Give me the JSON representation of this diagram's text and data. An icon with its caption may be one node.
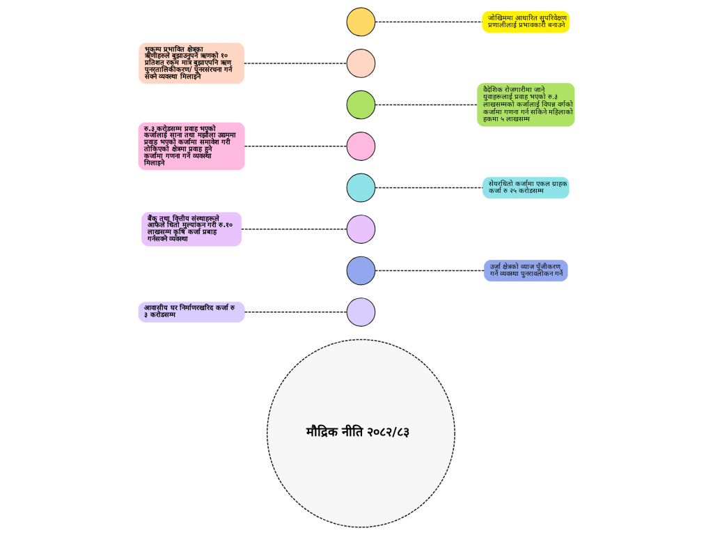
{
  "diagram": {
    "nodes": [
      {
        "text": [
          "मौद्रिक नीति २०८२/८३"
        ]
      },
      {
        "text": [],
        "shape": "circle"
      },
      {
        "text": [],
        "shape": "circle"
      },
      {
        "text": [],
        "shape": "circle"
      },
      {
        "text": [],
        "shape": "circle"
      },
      {
        "text": [],
        "shape": "circle"
      },
      {
        "text": [],
        "shape": "circle"
      },
      {
        "text": [],
        "shape": "circle"
      },
      {
        "text": [],
        "shape": "circle"
      },
      {
        "text": [
          "आवासीय घर निर्माणरखरिद कर्जा रु ३ करोडसम्म"
        ]
      },
      {
        "text": [
          "उर्जा क्षेत्रको व्याज पुँजीकरण गर्ने व्यवस्था पुनरावलोकन गर्ने"
        ]
      },
      {
        "text": [
          "बैंक तथा वित्तीय संस्थाहरूले आफैले धितो मुल्यांकन गरी रु.१० लाखसम्म कृषि कर्जा प्रबाह गर्नसक्ने व्यवस्था"
        ]
      },
      {
        "text": [
          "सेयरधितो कर्जामा एकल ग्राहक कर्जा रु २५ करोडसम्म"
        ]
      },
      {
        "text": [
          "रु.३ करोडसम्म प्रवाह भएको कर्जालाई साना तथा मझौला उद्यममा प्रवाह भएको कर्जामा समावेश गरी तोकिएको क्षेत्रमा प्रवाह हुने कर्जामा गणना गर्ने व्यवस्था मिलाइने"
        ]
      },
      {
        "text": [
          "वैदेशिक रोजगारीमा जाने युवाहरूलाई प्रवाह भएको रु.३ लाखसम्मको कर्जालाई विपन्न वर्गको कर्जामा गणना गर्न सकिने महिलाको हकमा ५ लाखसम्म"
        ]
      },
      {
        "text": [
          "भूकम्प प्रभावित क्षेत्रका ऋणीहरुले बुझाउनुपर्ने ऋणको १० प्रतिशत रकम मात्र बुझाएपनि ऋण पुनरतालिकीकरण/ पुनरसंरचना गर्न सक्ने व्यवस्था मिलाइने"
        ]
      },
      {
        "text": [
          "जोखिममा आधारित सुपरिवेक्षण प्रणालीलाई प्रभावकारी बनाउने"
        ]
      }
    ],
    "edges": [
      {
        "from": 9,
        "to": 1,
        "arrow": "none",
        "style": "dashed"
      },
      {
        "from": 2,
        "to": 10,
        "arrow": "none",
        "style": "dashed"
      },
      {
        "from": 11,
        "to": 3,
        "arrow": "none",
        "style": "dashed"
      },
      {
        "from": 4,
        "to": 12,
        "arrow": "none",
        "style": "dashed"
      },
      {
        "from": 13,
        "to": 5,
        "arrow": "none",
        "style": "dashed"
      },
      {
        "from": 6,
        "to": 14,
        "arrow": "none",
        "style": "dashed"
      },
      {
        "from": 15,
        "to": 7,
        "arrow": "none",
        "style": "dashed"
      },
      {
        "from": 8,
        "to": 16,
        "arrow": "none",
        "style": "dashed"
      }
    ]
  }
}
